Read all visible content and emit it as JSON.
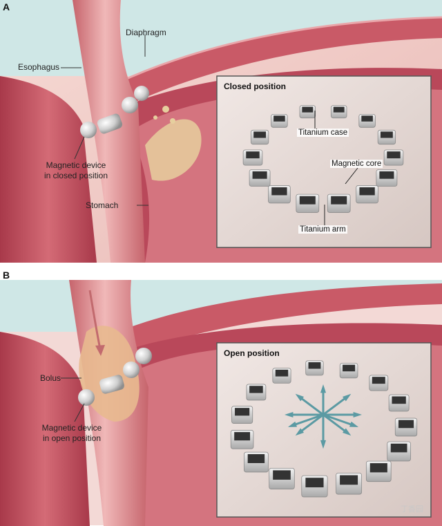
{
  "panels": [
    {
      "letter": "A",
      "labels": {
        "diaphragm": "Diaphragm",
        "esophagus": "Esophagus",
        "device_line1": "Magnetic device",
        "device_line2": "in closed position",
        "stomach": "Stomach"
      },
      "inset": {
        "title": "Closed position",
        "labels": {
          "case": "Titanium case",
          "core": "Magnetic core",
          "arm": "Titanium arm"
        }
      }
    },
    {
      "letter": "B",
      "labels": {
        "bolus": "Bolus",
        "device_line1": "Magnetic device",
        "device_line2": "in open position"
      },
      "inset": {
        "title": "Open position"
      }
    }
  ],
  "watermark": "丁香园",
  "colors": {
    "tissue": "#b54452",
    "tissue_light": "#e9a5a9",
    "background_top": "#f3d9d6",
    "teal": "#cfe7e6",
    "inset_bg": "#e6dcd8",
    "metal": "#d8d8d8",
    "core": "#333333",
    "arrow": "#5b9aa3"
  }
}
